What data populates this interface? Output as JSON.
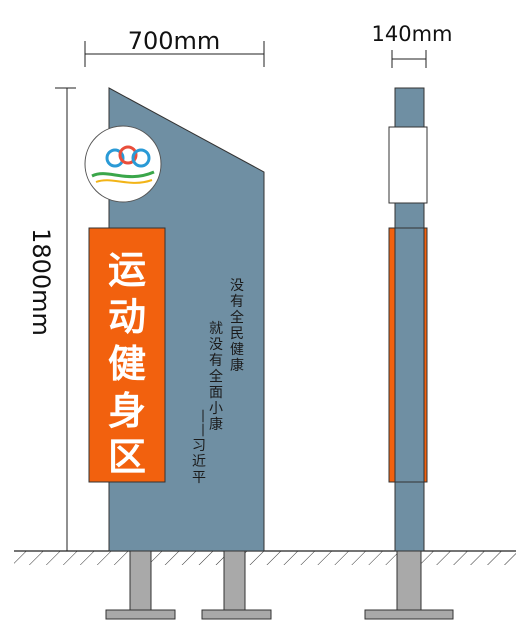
{
  "dimensions": {
    "width_label": "700mm",
    "side_width_label": "140mm",
    "height_label": "1800mm"
  },
  "sign": {
    "title_chars": [
      "运",
      "动",
      "健",
      "身",
      "区"
    ],
    "quote_col1": [
      "没",
      "有",
      "全",
      "民",
      "健",
      "康"
    ],
    "quote_col2": [
      "就",
      "没",
      "有",
      "全",
      "面",
      "小",
      "康"
    ],
    "attribution_dash": "——",
    "attribution_name": [
      "习",
      "近",
      "平"
    ]
  },
  "colors": {
    "panel": "#6f8fa3",
    "orange": "#f2610e",
    "base": "#a9a9a9",
    "outline": "#222222"
  },
  "icons": {
    "logo": "fitness-logo-icon"
  }
}
